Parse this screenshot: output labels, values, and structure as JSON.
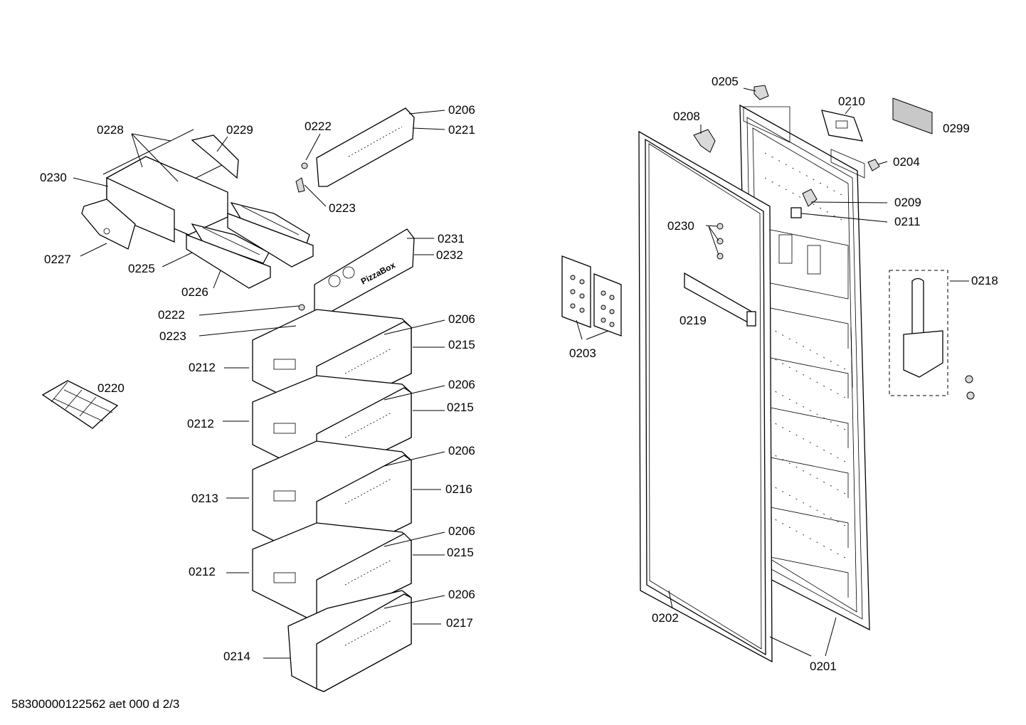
{
  "labels": {
    "l0205": "0205",
    "l0210": "0210",
    "l0299": "0299",
    "l0208": "0208",
    "l0204": "0204",
    "l0209": "0209",
    "l0211": "0211",
    "l0230r": "0230",
    "l0218": "0218",
    "l0219": "0219",
    "l0203": "0203",
    "l0202": "0202",
    "l0201": "0201",
    "l0222a": "0222",
    "l0206a": "0206",
    "l0221": "0221",
    "l0228": "0228",
    "l0229": "0229",
    "l0230l": "0230",
    "l0223a": "0223",
    "l0227": "0227",
    "l0225": "0225",
    "l0226": "0226",
    "l0231": "0231",
    "l0232": "0232",
    "l0222b": "0222",
    "l0223b": "0223",
    "l0206b": "0206",
    "l0215a": "0215",
    "l0212a": "0212",
    "l0220": "0220",
    "l0206c": "0206",
    "l0215b": "0215",
    "l0212b": "0212",
    "l0206d": "0206",
    "l0216": "0216",
    "l0213": "0213",
    "l0206e": "0206",
    "l0215c": "0215",
    "l0212c": "0212",
    "l0206f": "0206",
    "l0217": "0217",
    "l0214": "0214"
  },
  "pizza_text": "PizzaBox",
  "footer": "58300000122562 aet 000 d 2/3"
}
